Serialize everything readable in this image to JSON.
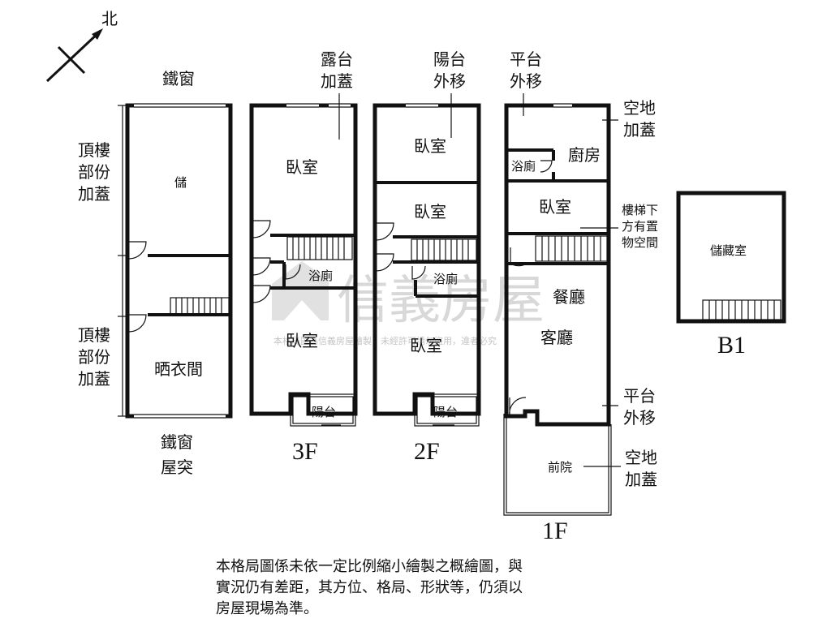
{
  "compass": {
    "north": "北"
  },
  "labels": {
    "iron_window_top": "鐵窗",
    "rooftop_ext_1": [
      "頂樓",
      "部份",
      "加蓋"
    ],
    "rooftop_ext_2": [
      "頂樓",
      "部份",
      "加蓋"
    ],
    "storage": "儲",
    "laundry": "晒衣間",
    "iron_window_bottom": "鐵窗",
    "roof_protrusion": "屋突",
    "terrace_ext": [
      "露台",
      "加蓋"
    ],
    "balcony_moved": [
      "陽台",
      "外移"
    ],
    "platform_moved_top": [
      "平台",
      "外移"
    ],
    "open_space_ext_top": [
      "空地",
      "加蓋"
    ],
    "understair_storage": [
      "樓梯下",
      "方有置",
      "物空間"
    ],
    "platform_moved_bottom": [
      "平台",
      "外移"
    ],
    "open_space_ext_bottom": [
      "空地",
      "加蓋"
    ]
  },
  "floors": {
    "3F": {
      "name": "3F",
      "bedroom_top": "臥室",
      "bathroom": "浴廁",
      "bedroom_bottom": "臥室",
      "balcony": "陽台"
    },
    "2F": {
      "name": "2F",
      "bedroom_top": "臥室",
      "bedroom_mid": "臥室",
      "bathroom": "浴廁",
      "bedroom_bottom": "臥室",
      "balcony": "陽台"
    },
    "1F": {
      "name": "1F",
      "bathroom": "浴廁",
      "kitchen": "廚房",
      "bedroom": "臥室",
      "dining": "餐廳",
      "living": "客廳",
      "front_yard": "前院"
    },
    "B1": {
      "name": "B1",
      "storage_room": "儲藏室"
    }
  },
  "watermark": {
    "brand": "信義房屋",
    "notice": "本格局圖為信義房屋繪製，未經許可請勿盜用，違者必究"
  },
  "disclaimer": [
    "本格局圖係未依一定比例縮小繪製之概繪圖，與",
    "實況仍有差距，其方位、格局、形狀等，仍須以",
    "房屋現場為準。"
  ]
}
